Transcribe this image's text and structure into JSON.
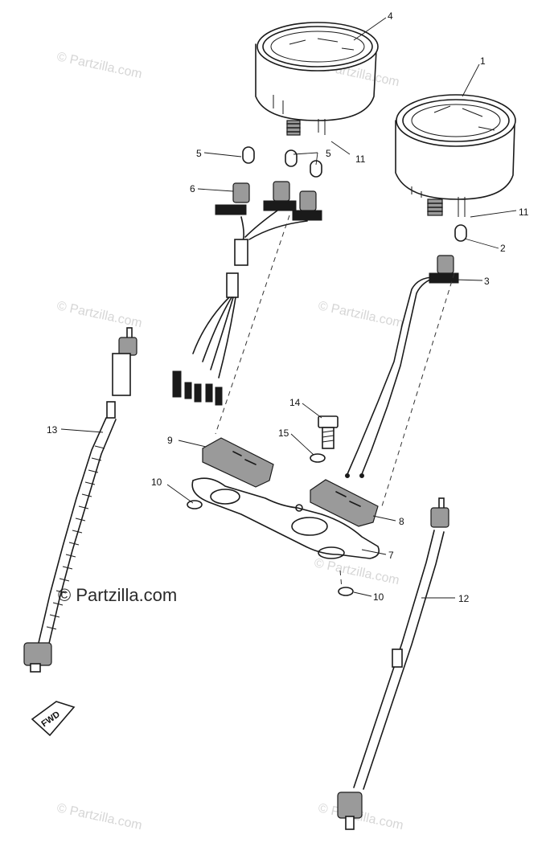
{
  "watermark": {
    "text": "© Partzilla.com",
    "center_text": "© Partzilla.com"
  },
  "callouts": {
    "c1": "1",
    "c2": "2",
    "c3": "3",
    "c4": "4",
    "c5a": "5",
    "c5b": "5",
    "c6": "6",
    "c7": "7",
    "c8": "8",
    "c9": "9",
    "c10a": "10",
    "c10b": "10",
    "c11a": "11",
    "c11b": "11",
    "c12": "12",
    "c13": "13",
    "c14": "14",
    "c15": "15"
  },
  "fwd_label": "FWD"
}
